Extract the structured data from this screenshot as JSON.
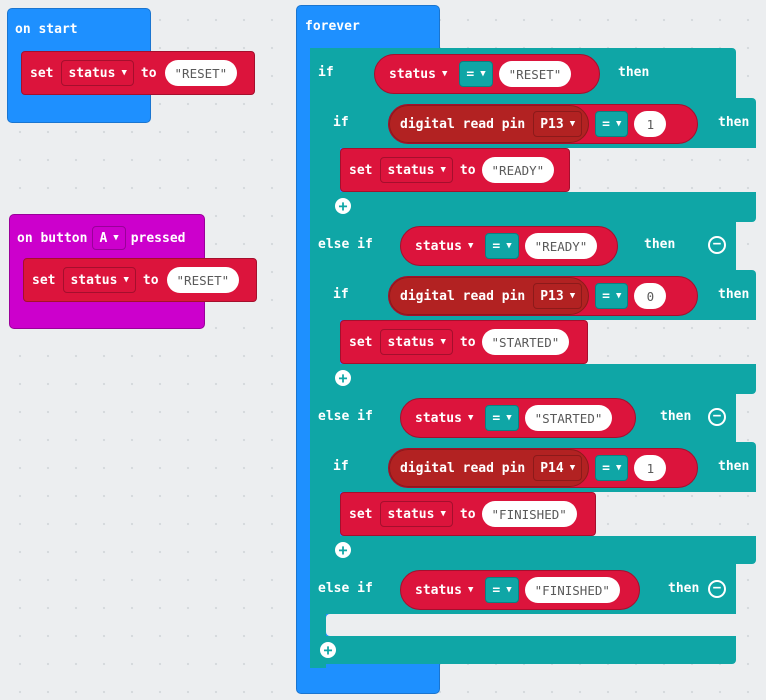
{
  "on_start": {
    "label": "on start",
    "set": {
      "keyword": "set",
      "variable": "status",
      "to": "to",
      "value": "\"RESET\""
    }
  },
  "on_button": {
    "prefix": "on button",
    "button": "A",
    "suffix": "pressed",
    "set": {
      "keyword": "set",
      "variable": "status",
      "to": "to",
      "value": "\"RESET\""
    }
  },
  "forever": {
    "label": "forever",
    "branches": [
      {
        "keyword": "if",
        "variable": "status",
        "operator": "=",
        "value": "\"RESET\"",
        "then": "then",
        "inner": {
          "keyword": "if",
          "read_label": "digital read pin",
          "pin": "P13",
          "operator": "=",
          "number": "1",
          "then": "then",
          "set": {
            "keyword": "set",
            "variable": "status",
            "to": "to",
            "value": "\"READY\""
          }
        }
      },
      {
        "keyword": "else if",
        "variable": "status",
        "operator": "=",
        "value": "\"READY\"",
        "then": "then",
        "inner": {
          "keyword": "if",
          "read_label": "digital read pin",
          "pin": "P13",
          "operator": "=",
          "number": "0",
          "then": "then",
          "set": {
            "keyword": "set",
            "variable": "status",
            "to": "to",
            "value": "\"STARTED\""
          }
        }
      },
      {
        "keyword": "else if",
        "variable": "status",
        "operator": "=",
        "value": "\"STARTED\"",
        "then": "then",
        "inner": {
          "keyword": "if",
          "read_label": "digital read pin",
          "pin": "P14",
          "operator": "=",
          "number": "1",
          "then": "then",
          "set": {
            "keyword": "set",
            "variable": "status",
            "to": "to",
            "value": "\"FINISHED\""
          }
        }
      },
      {
        "keyword": "else if",
        "variable": "status",
        "operator": "=",
        "value": "\"FINISHED\"",
        "then": "then"
      }
    ]
  },
  "icons": {
    "dropdown": "▼",
    "add": "+",
    "remove": "−"
  },
  "colors": {
    "events": "#1e90ff",
    "input": "#cc00cc",
    "variables": "#dc143c",
    "logic": "#0fa6a6",
    "pins": "#b22222",
    "workspace": "#eceef0"
  }
}
